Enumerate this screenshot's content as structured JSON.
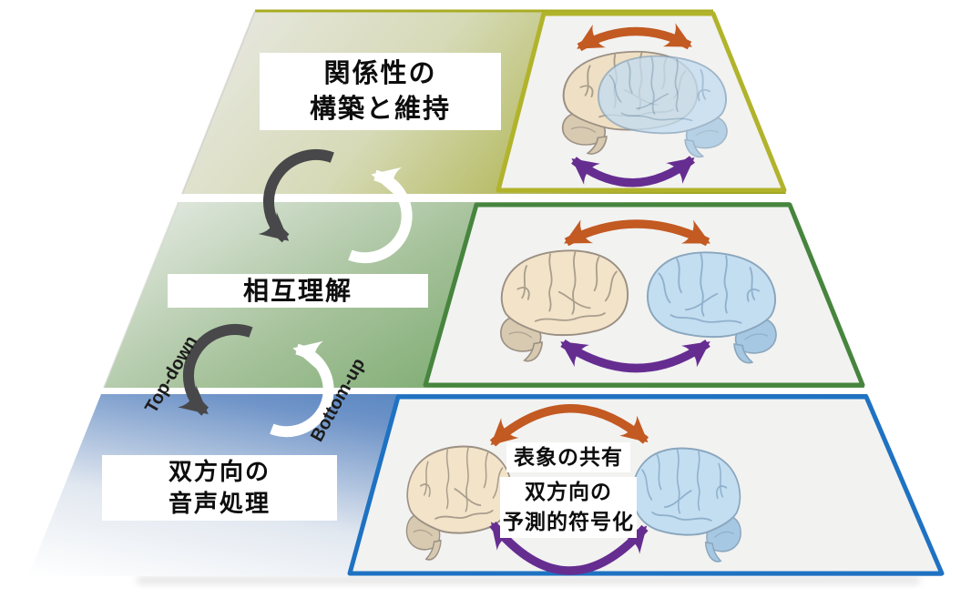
{
  "figure": {
    "type": "pyramid-diagram",
    "description_elements": [
      "three stacked trapezoid levels",
      "paired speaker and listener brains per level",
      "reciprocal arrows",
      "processing cycle arrows between levels"
    ],
    "levels": [
      {
        "name": "relationship-building",
        "label_lines": [
          "関係性の",
          "構築と維持"
        ]
      },
      {
        "name": "mutual-understanding",
        "label_lines": [
          "相互理解"
        ]
      },
      {
        "name": "bidirectional-speech-processing",
        "label_lines": [
          "双方向の",
          "音声処理"
        ]
      }
    ],
    "cycle_labels": {
      "top_down": "Top-down",
      "bottom_up": "Bottom-up"
    },
    "annotations": {
      "shared": "表象の共有",
      "predictive_lines": [
        "双方向の",
        "予測的符号化"
      ]
    },
    "icons": {
      "speaker_brain": "beige human brain, side view, facing right",
      "listener_brain": "blue human brain, side view, facing left",
      "orange_arrow": "double-headed arc, upper reciprocal link",
      "purple_arrow": "double-headed arc, lower reciprocal link",
      "dark_cycle_arrow": "counterclockwise top-down arc",
      "white_cycle_arrow": "counterclockwise bottom-up arc"
    },
    "colors": {
      "level1_border": "#b1b32b",
      "level2_border": "#47853e",
      "level3_border": "#1f72c2",
      "orange_arrow": "#c25a22",
      "purple_arrow": "#662d91",
      "cycle_dark_arrow": "#48484a",
      "cycle_light_arrow": "#ffffff",
      "speaker_brain_fill": "#f2e3c9",
      "listener_brain_fill": "#c3ddf1",
      "panel_background": "#f2f2f1"
    }
  }
}
